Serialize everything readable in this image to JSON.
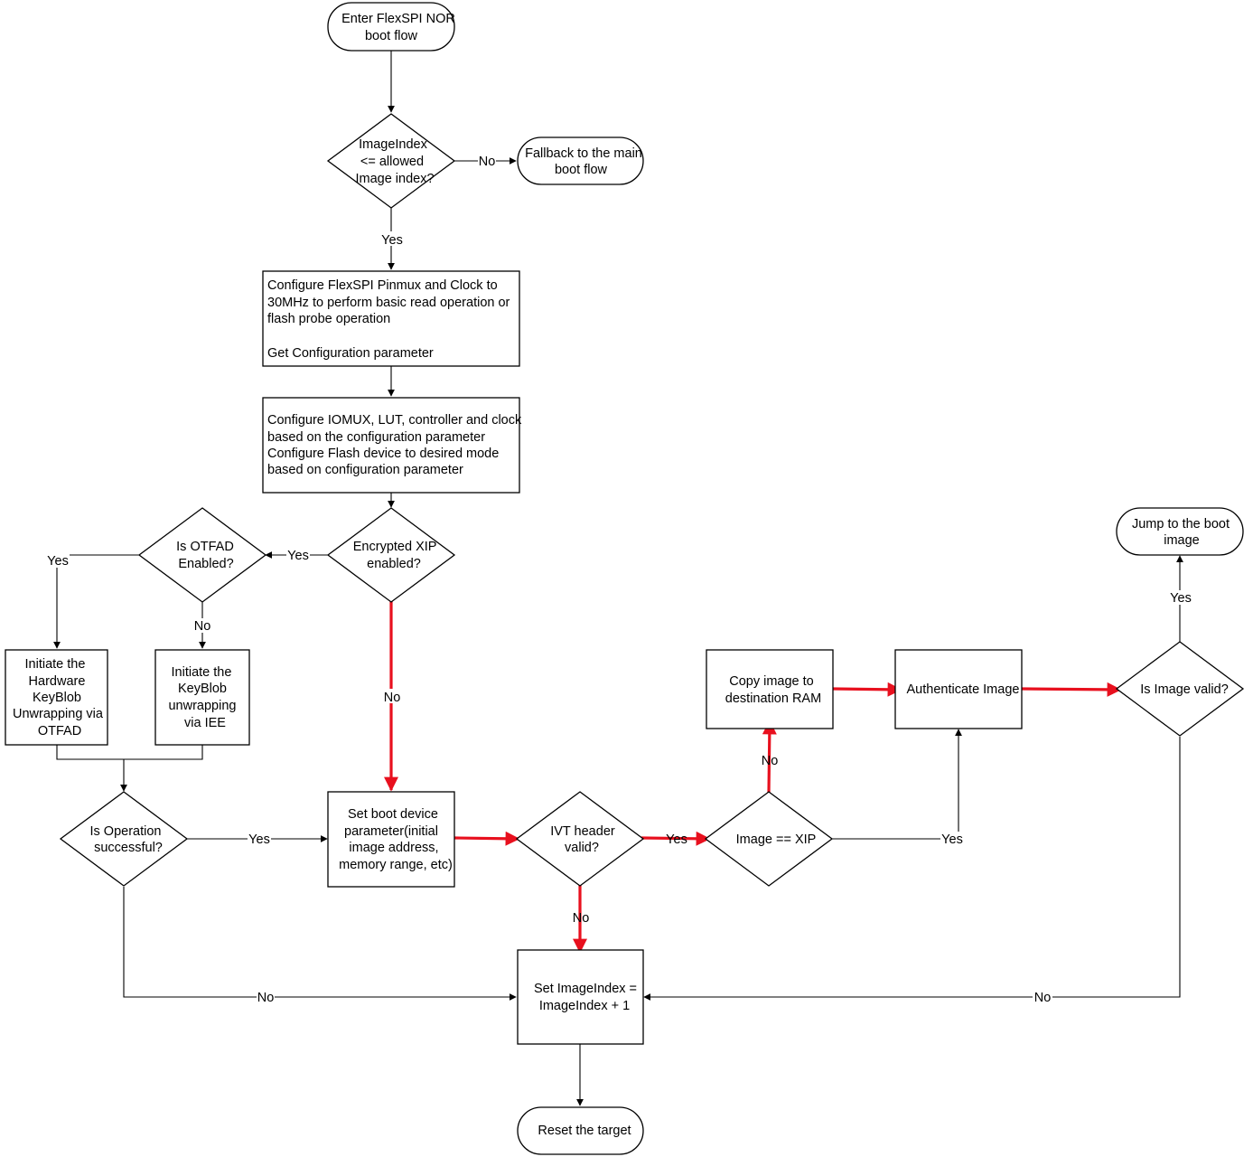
{
  "nodes": {
    "enter": [
      "Enter FlexSPI NOR",
      "boot flow"
    ],
    "image_index_check": [
      "ImageIndex",
      "<= allowed",
      "Image index?"
    ],
    "fallback": [
      "Fallback to the main",
      "boot flow"
    ],
    "configure_flexspi": [
      "Configure FlexSPI Pinmux and Clock to",
      "30MHz to perform basic read operation or",
      "flash probe operation",
      "",
      "Get Configuration parameter"
    ],
    "configure_iomux": [
      "Configure IOMUX, LUT, controller and clock",
      "based on the configuration parameter",
      "Configure Flash device to desired mode",
      "based on configuration parameter"
    ],
    "encrypted_xip": [
      "Encrypted XIP",
      "enabled?"
    ],
    "is_otfad": [
      "Is OTFAD",
      "Enabled?"
    ],
    "init_otfad": [
      "Initiate the",
      "Hardware",
      "KeyBlob",
      "Unwrapping via",
      "OTFAD"
    ],
    "init_iee": [
      "Initiate the",
      "KeyBlob",
      "unwrapping",
      "via IEE"
    ],
    "op_success": [
      "Is Operation",
      "successful?"
    ],
    "set_boot_param": [
      "Set boot device",
      "parameter(initial",
      "image address,",
      "memory range, etc)"
    ],
    "ivt_valid": [
      "IVT header",
      "valid?"
    ],
    "image_xip": [
      "Image == XIP"
    ],
    "copy_image": [
      "Copy image to",
      "destination RAM"
    ],
    "authenticate": [
      "Authenticate Image"
    ],
    "image_valid": [
      "Is Image valid?"
    ],
    "jump_boot": [
      "Jump to the boot",
      "image"
    ],
    "set_index": [
      "Set ImageIndex =",
      "ImageIndex + 1"
    ],
    "reset": [
      "Reset the target"
    ]
  },
  "edge_labels": {
    "index_no": "No",
    "index_yes": "Yes",
    "encrypted_yes": "Yes",
    "encrypted_no": "No",
    "otfad_yes": "Yes",
    "otfad_no": "No",
    "op_yes": "Yes",
    "op_no": "No",
    "ivt_yes": "Yes",
    "ivt_no": "No",
    "xip_no": "No",
    "xip_yes": "Yes",
    "valid_yes": "Yes",
    "valid_no": "No"
  },
  "colors": {
    "highlight_path": "#e8101e",
    "line": "#000000",
    "background": "#ffffff"
  }
}
